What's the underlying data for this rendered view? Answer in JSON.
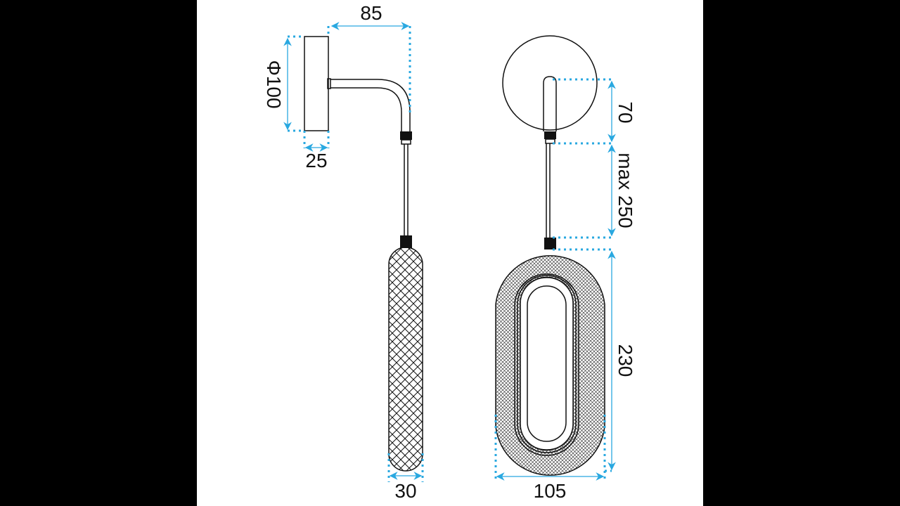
{
  "colors": {
    "dimension": "#29a8e0",
    "line": "#111111",
    "background": "#ffffff",
    "border": "#000000"
  },
  "side_view": {
    "arm_reach": "85",
    "canopy_diameter": "Φ100",
    "canopy_depth": "25",
    "pendant_width": "30"
  },
  "front_view": {
    "arm_length": "70",
    "cable_length": "max 250",
    "pendant_height": "230",
    "pendant_width": "105"
  }
}
